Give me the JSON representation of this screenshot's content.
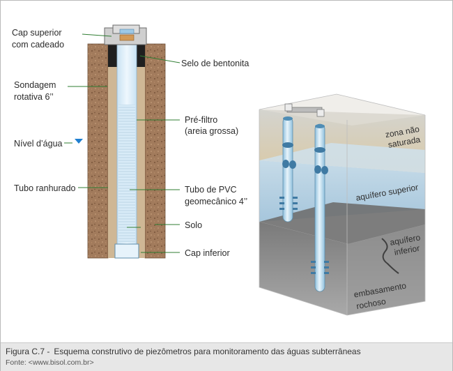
{
  "labels": {
    "cap_superior": [
      "Cap superior",
      "com cadeado"
    ],
    "sondagem": [
      "Sondagem",
      "rotativa 6’’"
    ],
    "nivel_agua": "Nível d’água",
    "tubo_ranhurado": "Tubo ranhurado",
    "selo_bentonita": "Selo de bentonita",
    "pre_filtro": [
      "Pré-filtro",
      "(areia grossa)"
    ],
    "tubo_pvc": [
      "Tubo de PVC",
      "geomecânico 4’’"
    ],
    "solo": "Solo",
    "cap_inferior": "Cap inferior"
  },
  "layers": {
    "zona_nao_saturada": [
      "zona não",
      "saturada"
    ],
    "aquifero_superior": "aquífero superior",
    "aquifero_inferior": [
      "aquífero",
      "inferior"
    ],
    "embasamento": [
      "embasamento",
      "rochoso"
    ]
  },
  "caption": {
    "number": "Figura C.7 -",
    "title": "Esquema construtivo de piezômetros para monitoramento das águas subterrâneas",
    "source": "Fonte: <www.bisol.com.br>"
  },
  "colors": {
    "soil": "#a0785a",
    "filter_sand": "#cdb594",
    "bentonite": "#1e1e1e",
    "pvc_tube": "#d9ecf7",
    "water_marker": "#1f7fd0",
    "leader_line": "#2e7d32",
    "zone_unsaturated": "#dcd2b8",
    "zone_aquifer": "#b9d6e8",
    "zone_rock": "#8a8a8a"
  }
}
